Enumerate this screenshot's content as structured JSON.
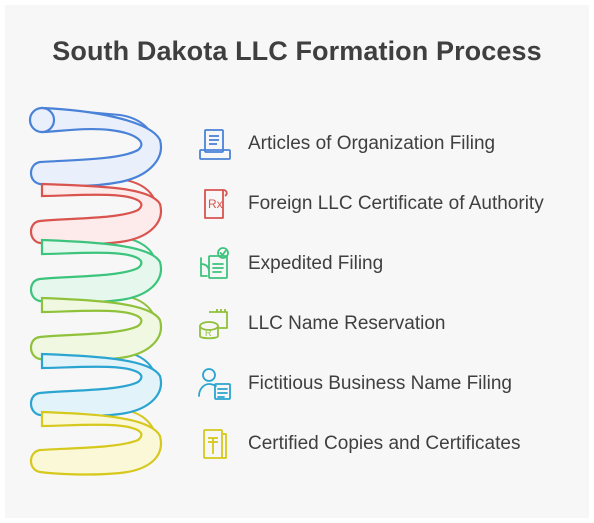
{
  "title": "South Dakota LLC Formation Process",
  "colors": {
    "blue": "#4a82d8",
    "red": "#d9544f",
    "green": "#3cc47c",
    "lime": "#8fc13a",
    "cyan": "#2aa4d0",
    "yellow": "#d6c81c"
  },
  "steps": [
    {
      "label": "Articles of Organization Filing",
      "icon": "document-stack-icon",
      "color": "blue"
    },
    {
      "label": "Foreign LLC Certificate of Authority",
      "icon": "prescription-certificate-icon",
      "color": "red"
    },
    {
      "label": "Expedited Filing",
      "icon": "hand-document-check-icon",
      "color": "green"
    },
    {
      "label": "LLC Name Reservation",
      "icon": "reservation-ticket-icon",
      "color": "lime"
    },
    {
      "label": "Fictitious Business Name Filing",
      "icon": "person-document-icon",
      "color": "cyan"
    },
    {
      "label": "Certified Copies and Certificates",
      "icon": "certificate-pages-icon",
      "color": "yellow"
    }
  ]
}
